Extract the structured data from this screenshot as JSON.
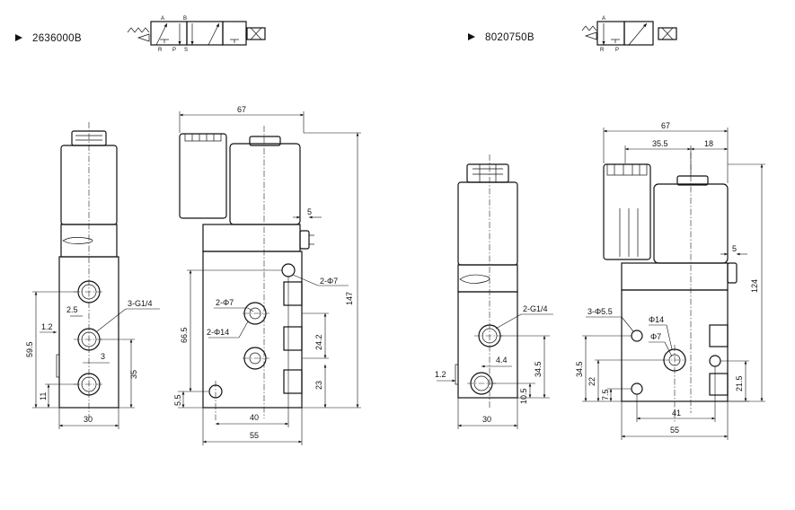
{
  "models": {
    "left": "2636000B",
    "right": "8020750B"
  },
  "ports": {
    "left": [
      "A",
      "B",
      "R",
      "P",
      "S"
    ],
    "right": [
      "A",
      "R",
      "P"
    ]
  },
  "dims": {
    "left_side": {
      "w30": "30",
      "h59_5": "59.5",
      "h35": "35",
      "h11": "11",
      "d1_2": "1.2",
      "d2_5": "2.5",
      "d3": "3",
      "port": "3-G1/4"
    },
    "left_front": {
      "w67": "67",
      "w40": "40",
      "w55": "55",
      "h147": "147",
      "h66_5": "66.5",
      "h24_2": "24.2",
      "h23": "23",
      "h5_5": "5.5",
      "d5": "5",
      "hole7": "2-Φ7",
      "hole7b": "2-Φ7",
      "hole14": "2-Φ14"
    },
    "right_side": {
      "w30": "30",
      "h34_5": "34.5",
      "h10_5": "10.5",
      "d1_2": "1.2",
      "d4_4": "4.4",
      "port": "2-G1/4"
    },
    "right_front": {
      "w67": "67",
      "w35_5": "35.5",
      "w18": "18",
      "w41": "41",
      "w55": "55",
      "h124": "124",
      "h34_5": "34.5",
      "h22": "22",
      "h7_5": "7.5",
      "h21_5": "21.5",
      "d5": "5",
      "hole5_5": "3-Φ5.5",
      "hole14": "Φ14",
      "hole7": "Φ7"
    }
  }
}
